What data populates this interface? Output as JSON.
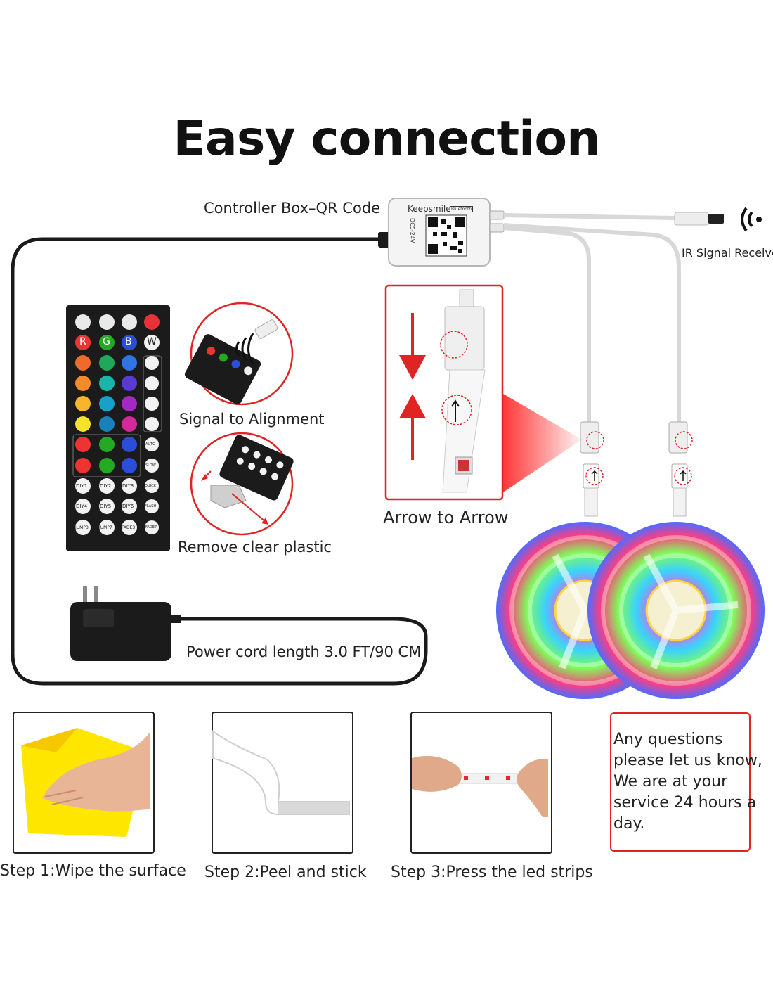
{
  "title": "Easy connection",
  "labels": {
    "controller_box": "Controller Box–QR Code",
    "ir_receiver": "IR Signal Receiver",
    "signal_alignment": "Signal to Alignment",
    "remove_plastic": "Remove clear plastic",
    "arrow_to_arrow": "Arrow to Arrow",
    "power_cord": "Power cord length 3.0 FT/90 CM"
  },
  "controller": {
    "brand": "Keepsmile",
    "voltage": "DC5-24V",
    "badge": "Bluetooth"
  },
  "remote": {
    "rgbw": [
      "R",
      "G",
      "B",
      "W"
    ],
    "diy": [
      "DIY1",
      "DIY2",
      "DIY3",
      "DIY4",
      "DIY5",
      "DIY6"
    ],
    "modes": [
      "AUTO",
      "SLOW",
      "QUICK",
      "FLASH",
      "FADE7"
    ],
    "bottom": [
      "JUMP3",
      "JUMP7",
      "FADE3",
      "FADE7"
    ]
  },
  "steps": [
    {
      "label": "Step 1:Wipe the surface"
    },
    {
      "label": "Step 2:Peel and stick"
    },
    {
      "label": "Step 3:Press the led strips"
    }
  ],
  "note": {
    "lines": [
      "Any questions",
      "please let us know,",
      "We are at your",
      "service 24 hours a",
      "day."
    ]
  },
  "colors": {
    "accent_red": "#e02424",
    "wire_black": "#1a1a1a",
    "wire_white": "#d8d8d8"
  }
}
